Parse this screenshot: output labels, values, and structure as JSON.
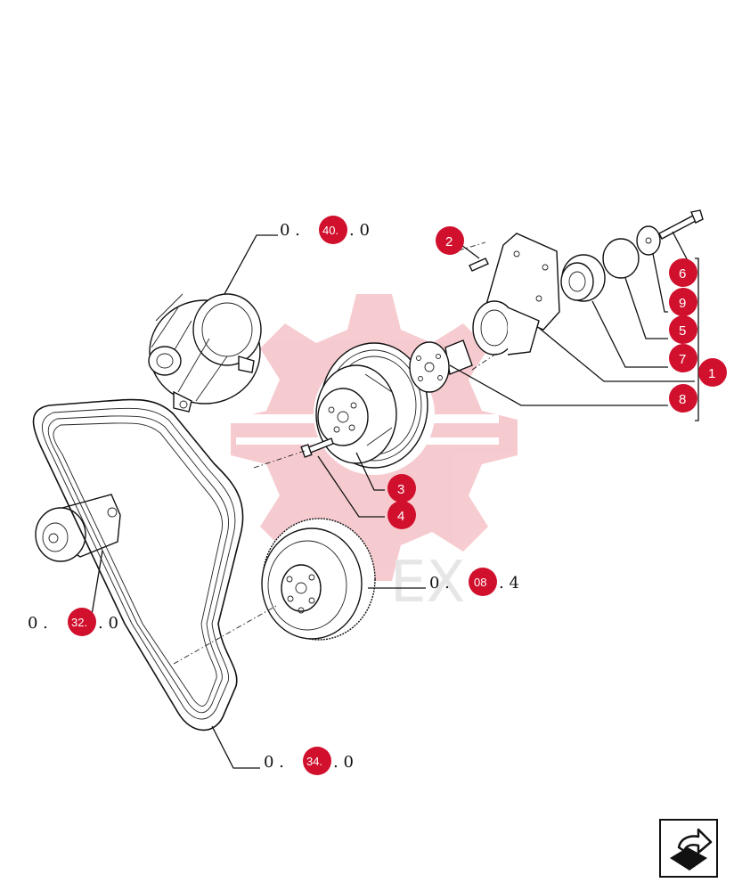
{
  "colors": {
    "badge": "#d0102d",
    "line": "#111111",
    "watermark": "#f3b9bf"
  },
  "watermark": {
    "text": "EX"
  },
  "callouts": [
    {
      "label": "1"
    },
    {
      "label": "2"
    },
    {
      "label": "3"
    },
    {
      "label": "4"
    },
    {
      "label": "5"
    },
    {
      "label": "6"
    },
    {
      "label": "7"
    },
    {
      "label": "8"
    },
    {
      "label": "9"
    }
  ],
  "references": [
    {
      "prefix": "0 . ",
      "badge": "40.",
      "suffix": ". 0",
      "target": "alternator"
    },
    {
      "prefix": "0 . ",
      "badge": "08",
      "suffix": ". 4",
      "target": "crankshaft-damper"
    },
    {
      "prefix": "0 . ",
      "badge": "32.",
      "suffix": ". 0",
      "target": "belt-tensioner"
    },
    {
      "prefix": "0 . ",
      "badge": "34.",
      "suffix": ". 0",
      "target": "drive-belt"
    }
  ],
  "navigation": {
    "icon": "arrow-return-icon"
  }
}
